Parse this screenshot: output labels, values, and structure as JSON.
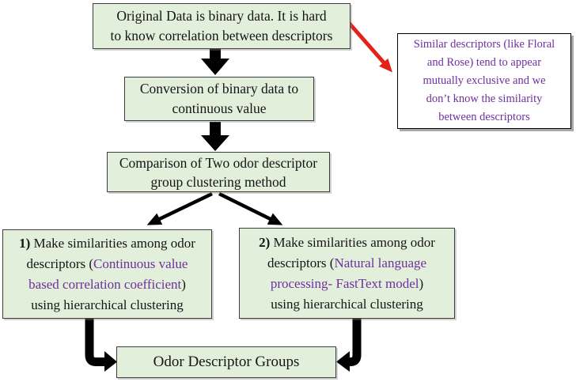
{
  "colors": {
    "box_fill": "#e2efda",
    "box_border": "#3d3d3d",
    "purple_text": "#7030a0",
    "red_arrow": "#e2231a",
    "black_arrow": "#000000"
  },
  "flowchart": {
    "top_box": {
      "lines": [
        "Original Data is binary data. It is hard",
        "to know correlation between descriptors"
      ]
    },
    "note_box": {
      "lines": [
        "Similar descriptors (like Floral",
        "and Rose) tend to appear",
        "mutually exclusive and we",
        "don’t know the similarity",
        "between descriptors"
      ]
    },
    "conversion_box": {
      "lines": [
        "Conversion of binary data to",
        "continuous value"
      ]
    },
    "comparison_box": {
      "lines": [
        "Comparison of Two odor descriptor",
        "group clustering method"
      ]
    },
    "method1_box": {
      "number": "1)",
      "line1_rest": " Make similarities among odor",
      "line2_black": "descriptors (",
      "line2_purple": "Continuous value",
      "line3_purple": "based correlation coefficient",
      "line3_black": ")",
      "line4": "using hierarchical clustering"
    },
    "method2_box": {
      "number": "2)",
      "line1_rest": " Make similarities among odor",
      "line2_black": "descriptors (",
      "line2_purple": "Natural language",
      "line3_purple": "processing- FastText model",
      "line3_black": ")",
      "line4": "using hierarchical clustering"
    },
    "result_box": {
      "label": "Odor Descriptor Groups"
    }
  }
}
